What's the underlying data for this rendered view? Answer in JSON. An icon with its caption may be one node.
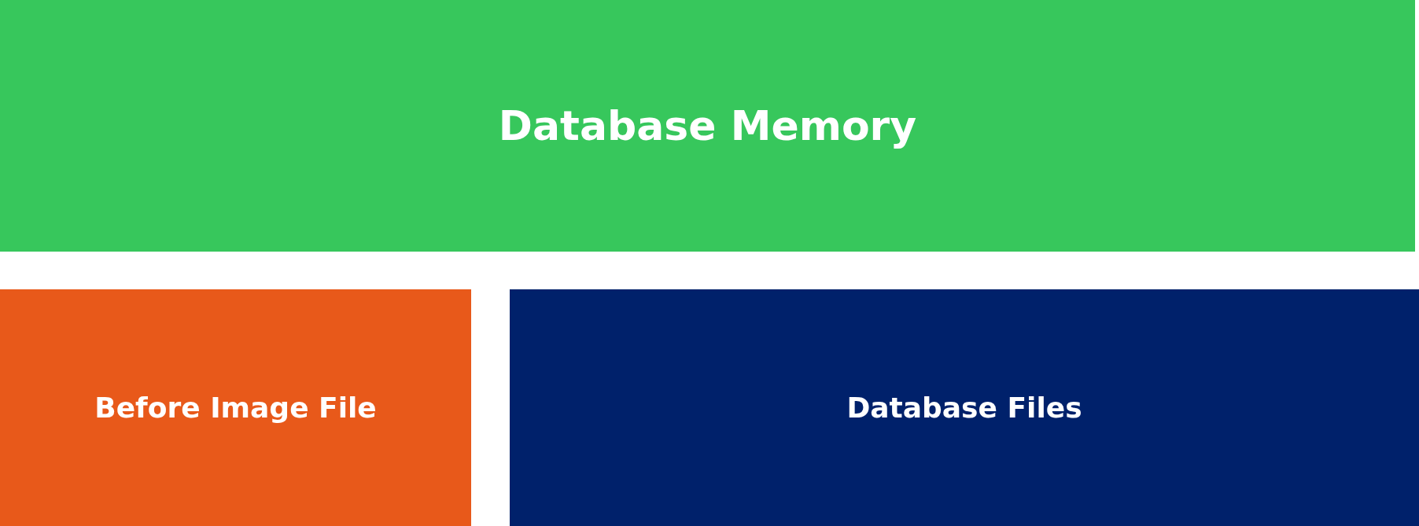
{
  "diagram": {
    "nodes": [
      {
        "text": [
          "Database Memory"
        ]
      },
      {
        "text": [
          "Before Image File"
        ]
      },
      {
        "text": [
          "Database Files"
        ]
      }
    ]
  }
}
